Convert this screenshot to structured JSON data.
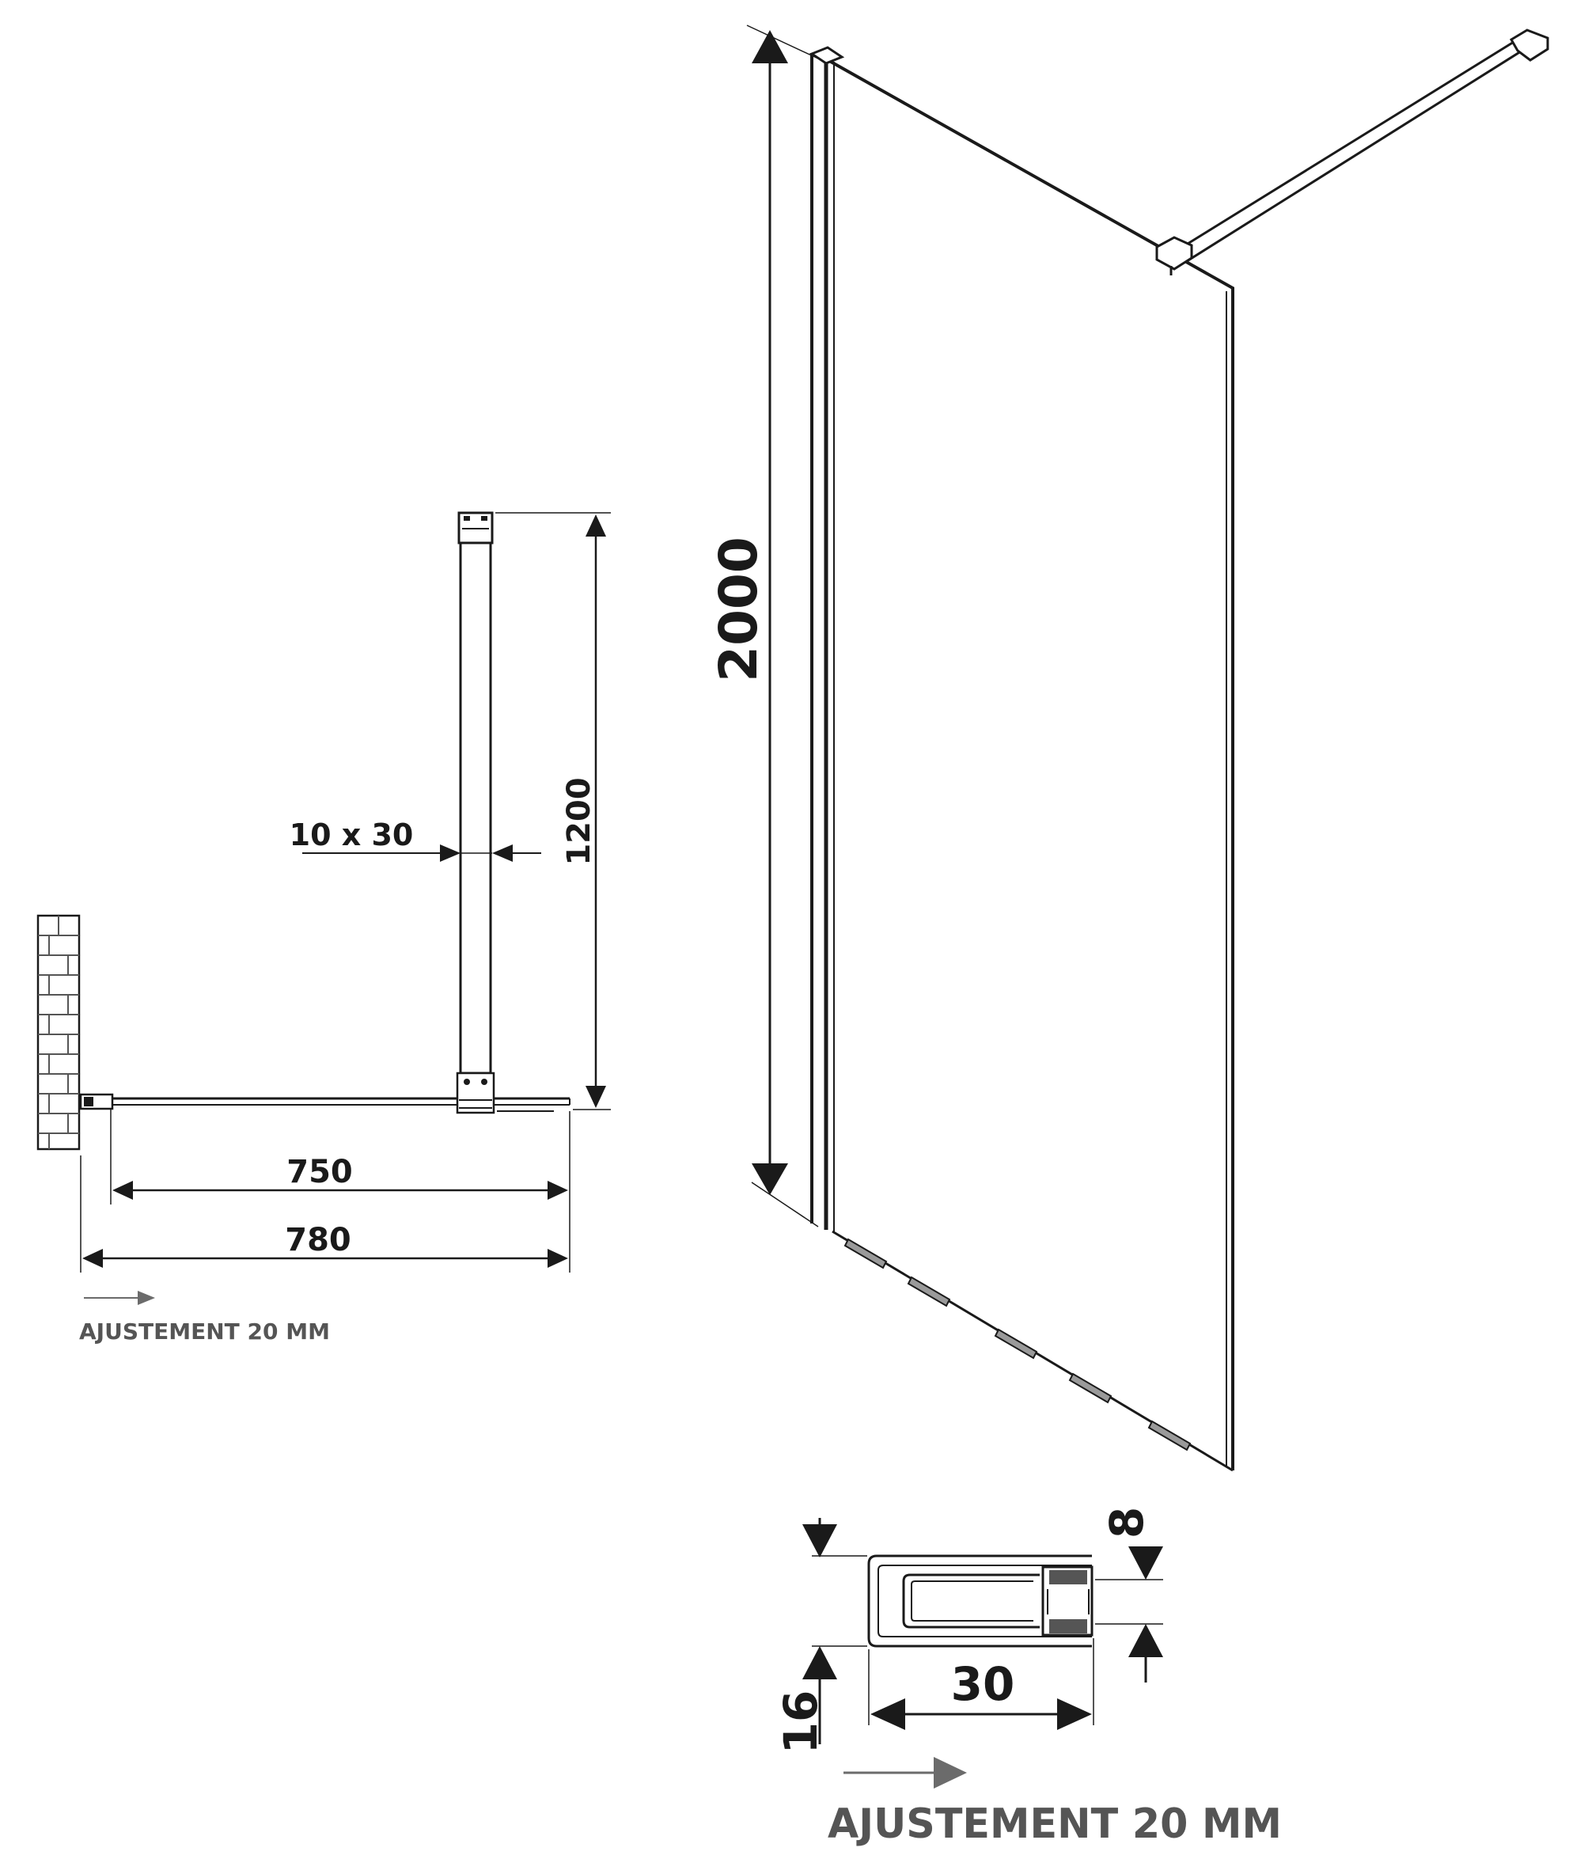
{
  "plan_view": {
    "dim_width_750": "750",
    "dim_width_780": "780",
    "dim_height_1200": "1200",
    "dim_profile": "10 x 30",
    "adjustment_note": "AJUSTEMENT 20 MM"
  },
  "elevation_view": {
    "dim_height_2000": "2000"
  },
  "profile_detail": {
    "dim_16": "16",
    "dim_8": "8",
    "dim_30": "30",
    "adjustment_note": "AJUSTEMENT 20 MM"
  },
  "colors": {
    "line": "#1a1a1a",
    "note_text": "#555555",
    "arrow_grey": "#6b6b6b",
    "hinge_grey": "#9a9a9a"
  }
}
